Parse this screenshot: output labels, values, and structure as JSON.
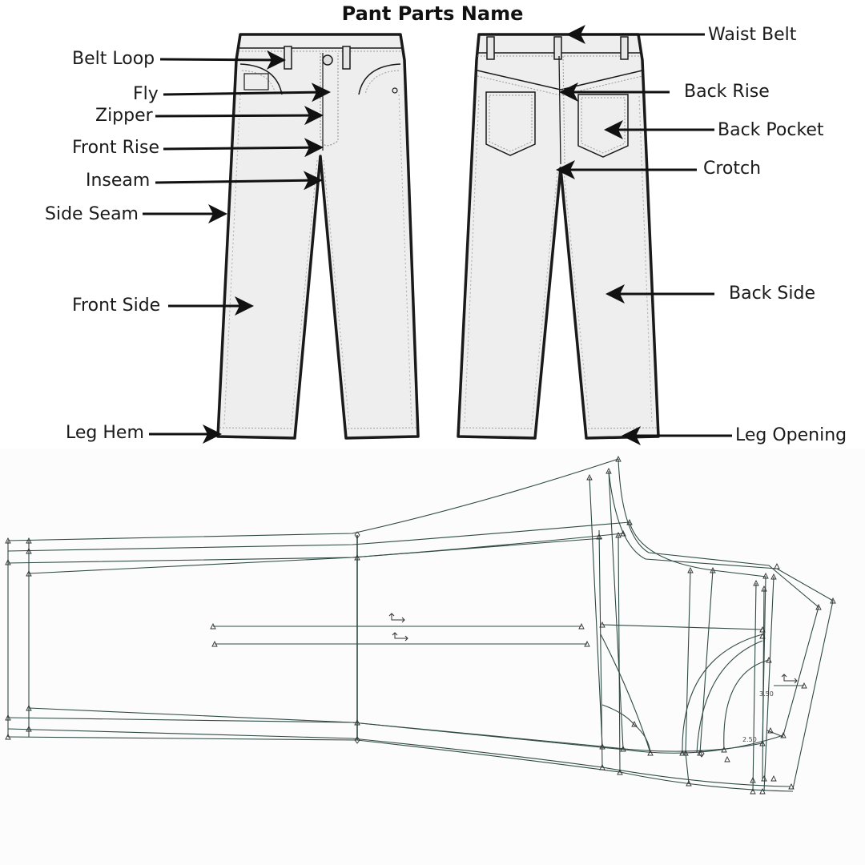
{
  "title": "Pant Parts Name",
  "labels": {
    "belt_loop": "Belt Loop",
    "fly": "Fly",
    "zipper": "Zipper",
    "front_rise": "Front Rise",
    "inseam": "Inseam",
    "side_seam": "Side Seam",
    "front_side": "Front Side",
    "leg_hem": "Leg Hem",
    "waist_belt": "Waist Belt",
    "back_rise": "Back Rise",
    "back_pocket": "Back Pocket",
    "crotch": "Crotch",
    "back_side": "Back Side",
    "leg_opening": "Leg Opening"
  },
  "pattern": {
    "measure_a": "3.50",
    "measure_b": "2.50"
  },
  "colors": {
    "garment_fill": "#eeeeee",
    "outline": "#1a1a1a",
    "stitch": "#9a9a9a",
    "pattern_line": "#2f4a44"
  }
}
